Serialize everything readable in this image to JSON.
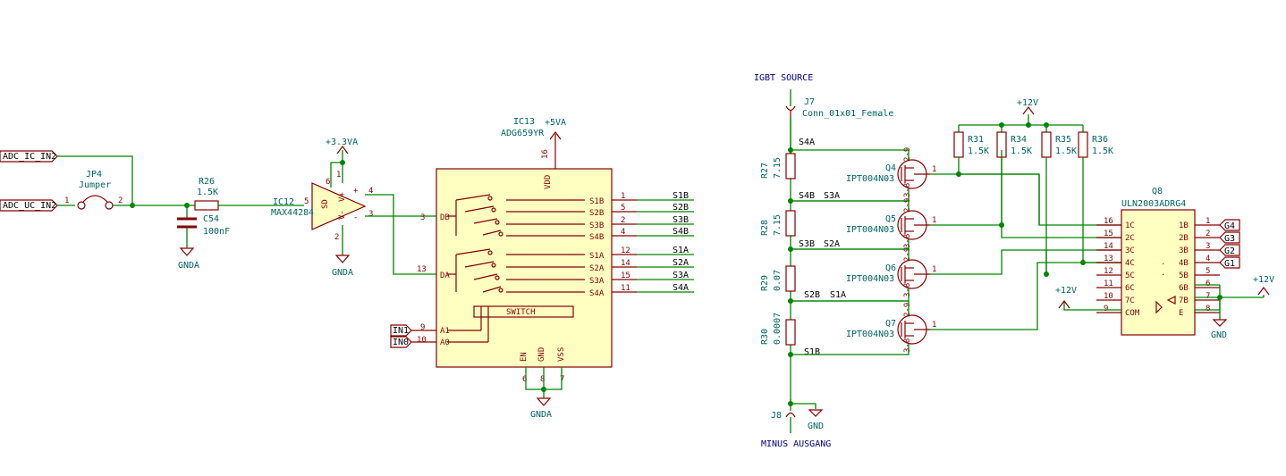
{
  "colors": {
    "wire": "#008400",
    "part": "#840000",
    "body": "#ffffc2",
    "ref": "#006464",
    "label": "#000084"
  },
  "nets": {
    "adc_ic_in2": "ADC_IC_IN2",
    "adc_uc_in2": "ADC_UC_IN2",
    "in1": "IN1",
    "in0": "IN0",
    "gnda": "GNDA",
    "gnd": "GND",
    "v33": "+3.3VA",
    "v5": "+5VA",
    "v12": "+12V"
  },
  "jp4": {
    "ref": "JP4",
    "value": "Jumper",
    "pin1": "1",
    "pin2": "2"
  },
  "r26": {
    "ref": "R26",
    "value": "1.5K"
  },
  "c54": {
    "ref": "C54",
    "value": "100nF"
  },
  "ic12": {
    "ref": "IC12",
    "value": "MAX44284",
    "pins": [
      "5",
      "4",
      "3",
      "6",
      "2",
      "1"
    ],
    "inner": [
      "SD",
      "V-",
      "V+",
      "+",
      "-"
    ]
  },
  "ic13": {
    "ref": "IC13",
    "value": "ADG659YR",
    "vdd": "VDD",
    "vdd_pin": "16",
    "db": "DB",
    "db_pin": "3",
    "da": "DA",
    "da_pin": "13",
    "a1": "A1",
    "a1_pin": "9",
    "a0": "A0",
    "a0_pin": "10",
    "switch": "SWITCH",
    "bottom": [
      {
        "name": "EN",
        "pin": "6"
      },
      {
        "name": "GND",
        "pin": "8"
      },
      {
        "name": "VSS",
        "pin": "7"
      }
    ],
    "outputs": [
      {
        "name": "S1B",
        "pin": "1",
        "net": "S1B"
      },
      {
        "name": "S2B",
        "pin": "5",
        "net": "S2B"
      },
      {
        "name": "S3B",
        "pin": "2",
        "net": "S3B"
      },
      {
        "name": "S4B",
        "pin": "4",
        "net": "S4B"
      },
      {
        "name": "S1A",
        "pin": "12",
        "net": "S1A"
      },
      {
        "name": "S2A",
        "pin": "14",
        "net": "S2A"
      },
      {
        "name": "S3A",
        "pin": "15",
        "net": "S3A"
      },
      {
        "name": "S4A",
        "pin": "11",
        "net": "S4A"
      }
    ]
  },
  "igbt_source": "IGBT SOURCE",
  "minus_ausgang": "MINUS AUSGANG",
  "j7": {
    "ref": "J7",
    "value": "Conn_01x01_Female"
  },
  "j8": {
    "ref": "J8"
  },
  "ladder_nets": [
    "S4A",
    "S4B",
    "S3A",
    "S3B",
    "S2A",
    "S2B",
    "S1A",
    "S1B"
  ],
  "resistors_series": [
    {
      "ref": "R27",
      "value": "7.15"
    },
    {
      "ref": "R28",
      "value": "7.15"
    },
    {
      "ref": "R29",
      "value": "0.07"
    },
    {
      "ref": "R30",
      "value": "0.0007"
    }
  ],
  "mosfets": [
    {
      "ref": "Q4",
      "value": "IPT004N03"
    },
    {
      "ref": "Q5",
      "value": "IPT004N03"
    },
    {
      "ref": "Q6",
      "value": "IPT004N03"
    },
    {
      "ref": "Q7",
      "value": "IPT004N03"
    }
  ],
  "fet_pins": {
    "d": "2-9",
    "s": "3-8",
    "g": "1"
  },
  "pullups": [
    {
      "ref": "R31",
      "value": "1.5K"
    },
    {
      "ref": "R34",
      "value": "1.5K"
    },
    {
      "ref": "R35",
      "value": "1.5K"
    },
    {
      "ref": "R36",
      "value": "1.5K"
    }
  ],
  "q8": {
    "ref": "Q8",
    "value": "ULN2003ADRG4",
    "left": [
      {
        "name": "1C",
        "pin": "16"
      },
      {
        "name": "2C",
        "pin": "15"
      },
      {
        "name": "3C",
        "pin": "14"
      },
      {
        "name": "4C",
        "pin": "13"
      },
      {
        "name": "5C",
        "pin": "12"
      },
      {
        "name": "6C",
        "pin": "11"
      },
      {
        "name": "7C",
        "pin": "10"
      },
      {
        "name": "COM",
        "pin": "9"
      }
    ],
    "right": [
      {
        "name": "1B",
        "pin": "1",
        "net": "G4"
      },
      {
        "name": "2B",
        "pin": "2",
        "net": "G3"
      },
      {
        "name": "3B",
        "pin": "3",
        "net": "G2"
      },
      {
        "name": "4B",
        "pin": "4",
        "net": "G1"
      },
      {
        "name": "5B",
        "pin": "5",
        "net": ""
      },
      {
        "name": "6B",
        "pin": "6",
        "net": ""
      },
      {
        "name": "7B",
        "pin": "7",
        "net": ""
      },
      {
        "name": "E",
        "pin": "8",
        "net": ""
      }
    ]
  }
}
